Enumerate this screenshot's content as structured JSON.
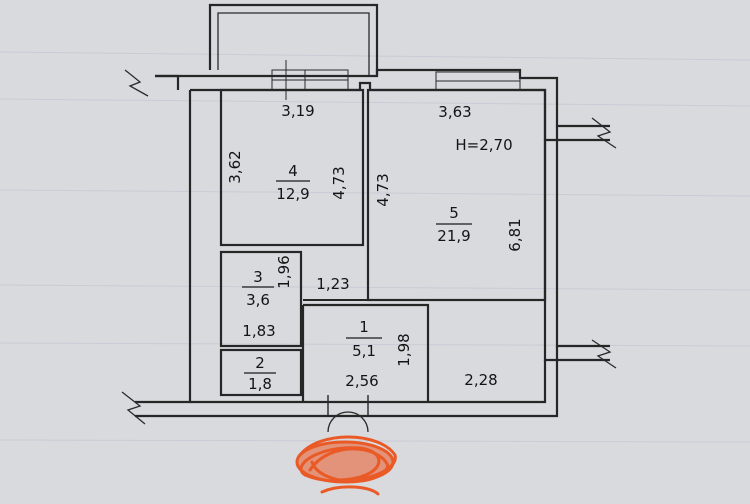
{
  "plan": {
    "ceiling_height": "H=2,70",
    "rooms": [
      {
        "number": "4",
        "area": "12,9"
      },
      {
        "number": "5",
        "area": "21,9"
      },
      {
        "number": "3",
        "area": "3,6"
      },
      {
        "number": "1",
        "area": "5,1"
      },
      {
        "number": "2",
        "area": "1,8"
      }
    ],
    "dimensions": {
      "room4_width": "3,19",
      "room4_height_left": "3,62",
      "room4_height_right": "4,73",
      "room5_width": "3,63",
      "room5_height_left": "4,73",
      "room5_height_right": "6,81",
      "bath_height": "1,96",
      "corridor_width_top": "1,23",
      "bath_width": "1,83",
      "hall_height": "1,98",
      "hall_width": "2,56",
      "room5_bottom_width": "2,28"
    }
  },
  "colors": {
    "paper": "#d9dade",
    "ink": "#262626",
    "rule_line": "#c9cbd6",
    "scribble": "#ea5a26"
  }
}
